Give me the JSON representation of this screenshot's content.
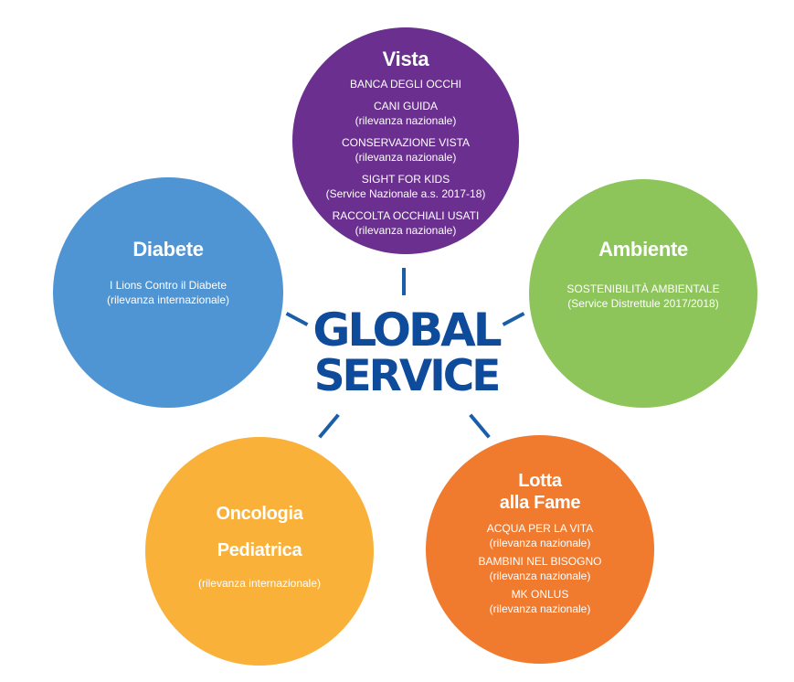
{
  "center": {
    "line1": "GLOBAL",
    "line2": "SERVICE"
  },
  "nodes": {
    "vista": {
      "title": "Vista",
      "items": [
        {
          "name": "BANCA DEGLI OCCHI",
          "note": ""
        },
        {
          "name": "CANI GUIDA",
          "note": "(rilevanza nazionale)"
        },
        {
          "name": "CONSERVAZIONE VISTA",
          "note": "(rilevanza nazionale)"
        },
        {
          "name": "SIGHT FOR KIDS",
          "note": "(Service Nazionale a.s. 2017-18)"
        },
        {
          "name": "RACCOLTA OCCHIALI USATI",
          "note": "(rilevanza nazionale)"
        }
      ],
      "color": "#6a2f8f"
    },
    "diabete": {
      "title": "Diabete",
      "items": [
        {
          "name": "I Lions Contro il Diabete",
          "note": "(rilevanza internazionale)"
        }
      ],
      "color": "#4f95d4"
    },
    "ambiente": {
      "title": "Ambiente",
      "items": [
        {
          "name": "SOSTENIBILITÀ AMBIENTALE",
          "note": "(Service Distrettule 2017/2018)"
        }
      ],
      "color": "#8dc55b"
    },
    "oncologia": {
      "title_line1": "Oncologia",
      "title_line2": "Pediatrica",
      "items": [
        {
          "name": "",
          "note": "(rilevanza internazionale)"
        }
      ],
      "color": "#f9b13a"
    },
    "fame": {
      "title_line1": "Lotta",
      "title_line2": "alla Fame",
      "items": [
        {
          "name": "ACQUA PER LA VITA",
          "note": "(rilevanza nazionale)"
        },
        {
          "name": "BAMBINI NEL BISOGNO",
          "note": "(rilevanza nazionale)"
        },
        {
          "name": "MK ONLUS",
          "note": "(rilevanza nazionale)"
        }
      ],
      "color": "#f07a2e"
    }
  },
  "connector_color": "#1b5ea8",
  "title_color": "#0f4b9b"
}
